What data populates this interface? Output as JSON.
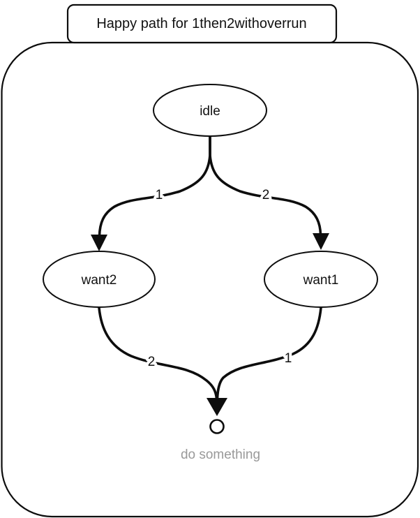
{
  "title": "Happy path for 1then2withoverrun",
  "colors": {
    "stroke": "#0d0d0d",
    "background": "#ffffff",
    "node_fill": "#ffffff",
    "annotation": "#999999",
    "text": "#111111"
  },
  "nodes": [
    {
      "id": "idle",
      "label": "idle"
    },
    {
      "id": "want2",
      "label": "want2"
    },
    {
      "id": "want1",
      "label": "want1"
    }
  ],
  "edges": [
    {
      "from": "idle",
      "to": "want2",
      "label": "1"
    },
    {
      "from": "idle",
      "to": "want1",
      "label": "2"
    },
    {
      "from": "want2",
      "to": "end",
      "label": "2"
    },
    {
      "from": "want1",
      "to": "end",
      "label": "1"
    }
  ],
  "end_state": {
    "shape": "small-circle",
    "annotation": "do something"
  }
}
